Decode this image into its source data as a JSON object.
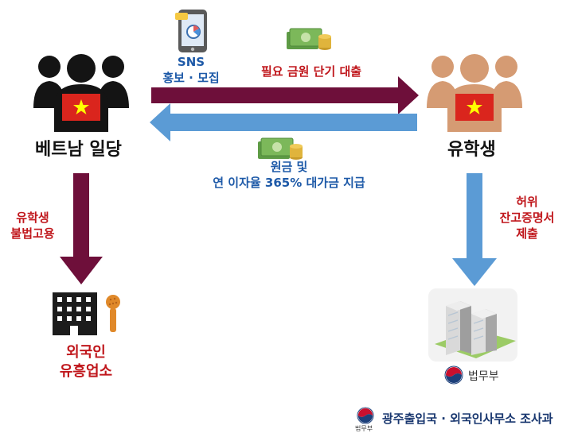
{
  "nodes": {
    "gang": {
      "label": "베트남 일당"
    },
    "student": {
      "label": "유학생"
    },
    "venue": {
      "label_line1": "외국인",
      "label_line2": "유흥업소"
    },
    "ministry": {
      "label": "법무부"
    }
  },
  "edges": {
    "sns": {
      "line1": "SNS",
      "line2": "홍보 · 모집"
    },
    "loan": {
      "label": "필요 금원 단기 대출"
    },
    "repay": {
      "line1": "원금 및",
      "line2": "연 이자율 365% 대가금 지급"
    },
    "illegal_employ": {
      "line1": "유학생",
      "line2": "불법고용"
    },
    "fake_doc": {
      "line1": "허위",
      "line2": "잔고증명서",
      "line3": "제출"
    }
  },
  "footer": {
    "emblem_text": "법무부",
    "office": "광주출입국 · 외국인사무소 조사과"
  },
  "colors": {
    "maroon_arrow": "#6e0f3a",
    "blue_arrow": "#5b9bd5",
    "label_red": "#c0171c",
    "label_blue": "#1e5aa8",
    "gang_people": "#141414",
    "student_people": "#d59b73",
    "vn_flag_red": "#da251d",
    "vn_flag_star": "#ffff00"
  }
}
